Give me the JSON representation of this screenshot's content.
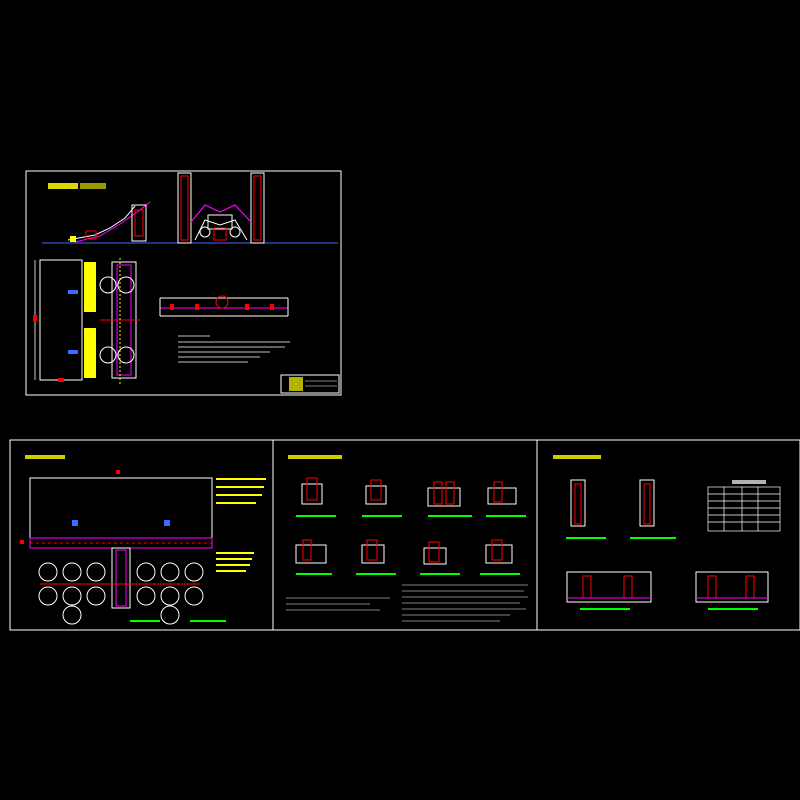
{
  "app": {
    "background": "#000000"
  },
  "colors": {
    "frame": "#ffffff",
    "accent_yellow": "#ffff00",
    "accent_green": "#00ff00",
    "accent_red": "#ff0000",
    "accent_magenta": "#ff00ff",
    "accent_cyan": "#00ffff",
    "accent_blue": "#3b6cff"
  },
  "sheets": [
    {
      "id": "sheet-top",
      "title": ""
    },
    {
      "id": "sheet-bottom-left",
      "title": ""
    },
    {
      "id": "sheet-bottom-middle",
      "title": ""
    },
    {
      "id": "sheet-bottom-right",
      "title": ""
    }
  ],
  "icons": {
    "drawing": "cad-drawing-icon"
  }
}
